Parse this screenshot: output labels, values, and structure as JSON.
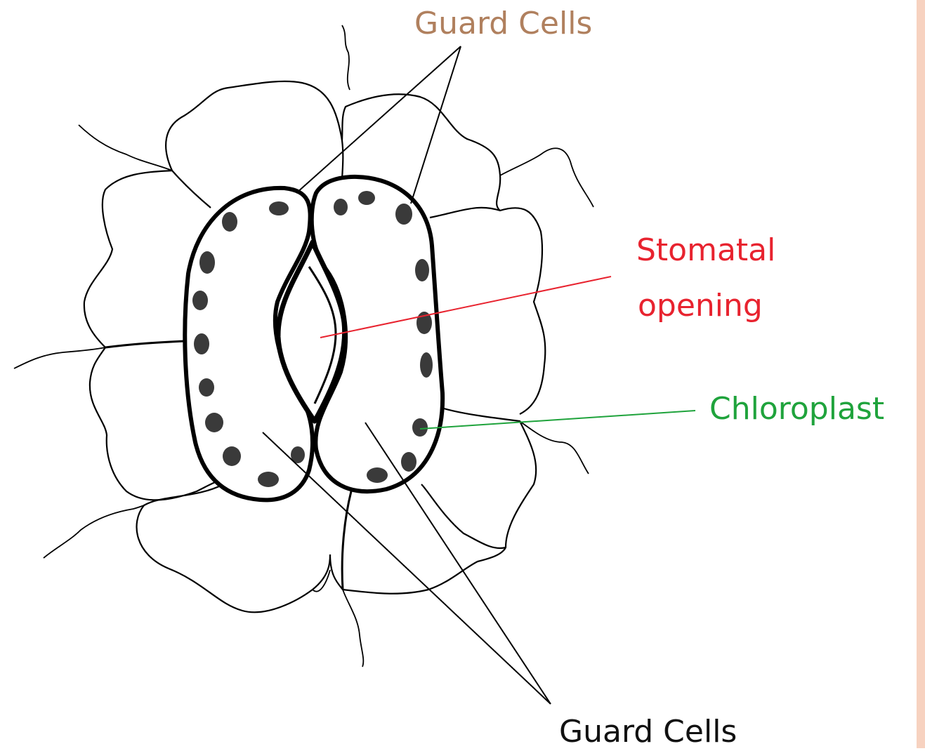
{
  "diagram": {
    "labels": {
      "guard_cells_top": "Guard Cells",
      "stomatal_opening_line1": "Stomatal",
      "stomatal_opening_line2": "opening",
      "chloroplast": "Chloroplast",
      "guard_cells_bottom": "Guard Cells"
    },
    "colors": {
      "guard_cells_top": "#b0805e",
      "stomatal_opening": "#e8232f",
      "chloroplast": "#1fa33c",
      "guard_cells_bottom": "#111111",
      "outline": "#000000",
      "chloroplast_fill": "#3a3a3a",
      "right_strip": "#f7d2c0"
    }
  }
}
